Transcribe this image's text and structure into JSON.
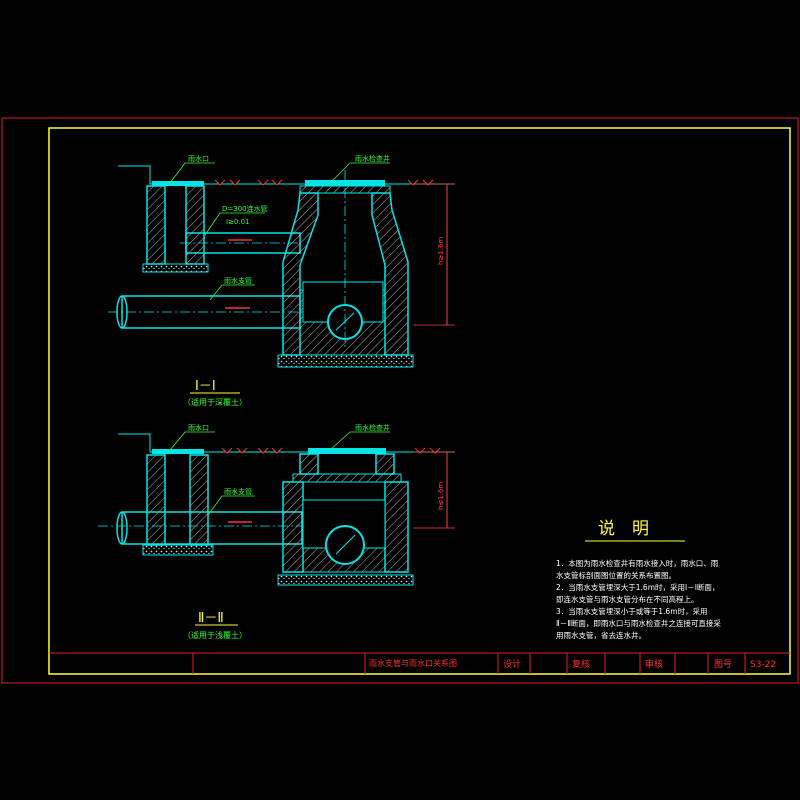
{
  "colors": {
    "background": "#000000",
    "outer_frame": "#e02020",
    "inner_frame": "#ffff33",
    "structure": "#00e6e6",
    "label_green": "#33ff33",
    "flow_red": "#ff3030",
    "dim_red": "#ff4040",
    "text_yellow": "#ffff33",
    "text_white": "#ffffff",
    "hatch": "#e6e6e6"
  },
  "section1": {
    "label_inlet": "雨水口",
    "label_well": "雨水检查井",
    "label_pipe_spec": "D=300连水管",
    "label_slope": "I≥0.01",
    "label_branch": "雨水支管",
    "dimension": "h≥1.6m",
    "title": "Ⅰ－Ⅰ",
    "subtitle": "（适用于深覆土）"
  },
  "section2": {
    "label_inlet": "雨水口",
    "label_well": "雨水检查井",
    "label_branch": "雨水支管",
    "dimension": "h≤1.6m",
    "title": "Ⅱ－Ⅱ",
    "subtitle": "（适用于浅覆土）"
  },
  "notes": {
    "heading": "说　明",
    "lines": [
      "1．本图为雨水检查井有雨水接入时，雨水口、雨",
      "水支管标剖面图位置的关系布置图。",
      "2．当雨水支管埋深大于1.6m时，采用Ⅰ－Ⅰ断面，",
      "即连水支管与雨水支管分布在不同高程上。",
      "3．当雨水支管埋深小于或等于1.6m时，采用",
      "Ⅱ－Ⅱ断面，即雨水口与雨水检查井之连接可直接采",
      "用雨水支管，省去连水井。"
    ]
  },
  "title_block": {
    "drawing_name": "雨水支管与雨水口关系图",
    "design": "设计",
    "check": "复核",
    "review": "审核",
    "drawing_no_label": "图号",
    "drawing_no": "S3-22"
  }
}
